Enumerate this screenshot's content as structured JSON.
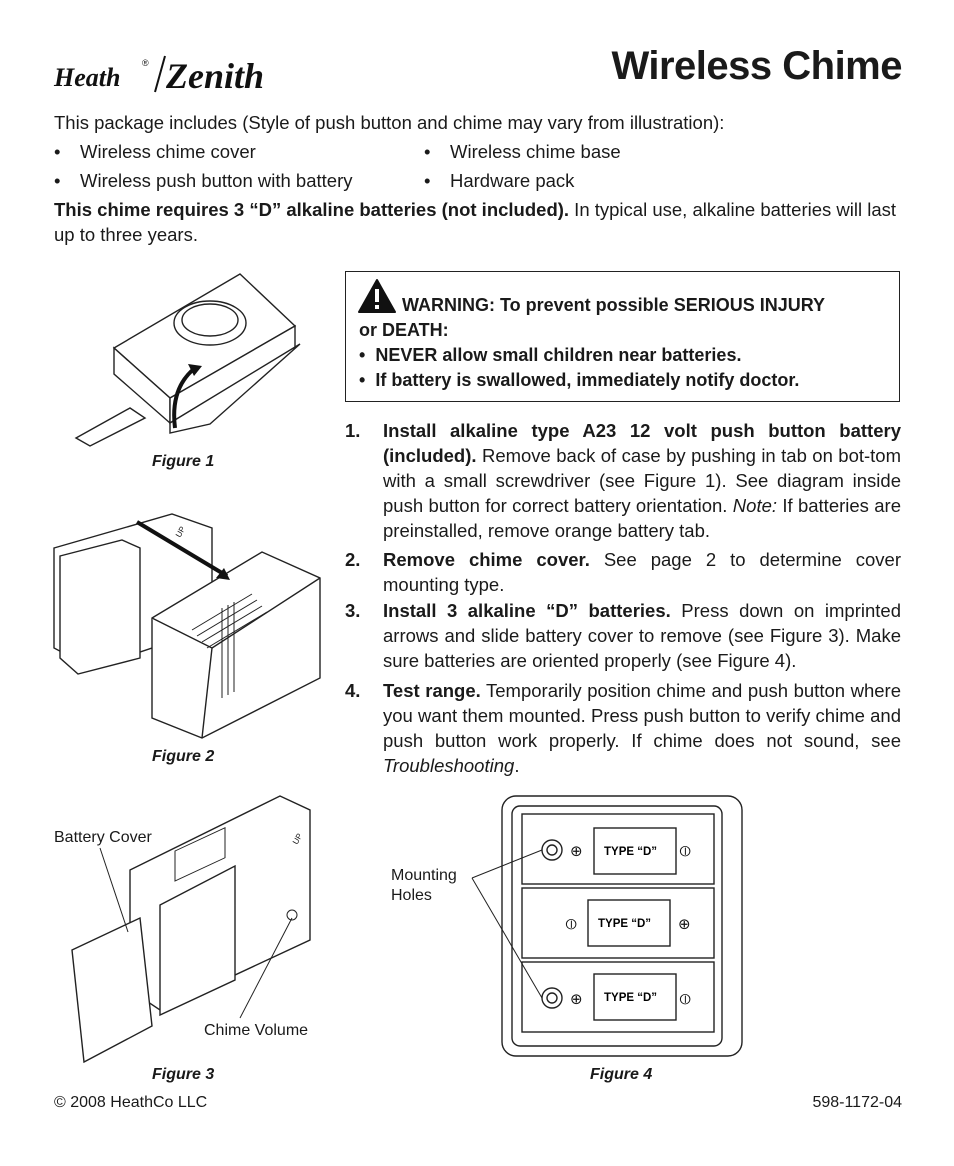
{
  "brand": {
    "heath": "Heath",
    "zenith": "Zenith",
    "registered": "®"
  },
  "title": "Wireless Chime",
  "intro": "This package includes (Style of push button and chime may vary from illustration):",
  "package_items": [
    "Wireless chime cover",
    "Wireless push button with battery",
    "Wireless chime base",
    "Hardware pack"
  ],
  "bullet_char": "•",
  "battery_note": {
    "bold": "This chime requires 3 “D” alkaline batteries (not included).",
    "rest": " In typical use, alkaline batteries will last up to three years."
  },
  "warning": {
    "heading": "WARNING: To prevent possible SERIOUS INJURY",
    "heading2": "or DEATH:",
    "items": [
      "NEVER allow small children near batteries.",
      "If battery is swallowed, immediately notify doctor."
    ]
  },
  "steps": [
    {
      "num": "1.",
      "bold": "Install alkaline type A23 12 volt push button battery (included).",
      "text": " Remove back of case by pushing in tab on bot-tom with a small screwdriver (see Figure 1). See diagram inside push button for correct battery orientation. ",
      "note_label": "Note:",
      "note": " If batteries are preinstalled, remove orange battery tab."
    },
    {
      "num": "2.",
      "bold": "Remove chime cover.",
      "text": " See page 2 to determine cover mounting type."
    },
    {
      "num": "3.",
      "bold": "Install 3 alkaline “D” batteries.",
      "text": " Press down on imprinted arrows and slide battery cover to remove (see Figure 3). Make sure batteries are oriented properly (see Figure 4)."
    },
    {
      "num": "4.",
      "bold": "Test range.",
      "text": " Temporarily position chime and push button where you want them mounted. Press push button to verify chime and push button work properly. If chime does not sound, see ",
      "italic": "Troubleshooting",
      "end": "."
    }
  ],
  "figures": {
    "fig1": "Figure 1",
    "fig2": "Figure 2",
    "fig3": "Figure 3",
    "fig4": "Figure 4",
    "battery_cover": "Battery Cover",
    "chime_volume": "Chime Volume",
    "mounting_holes": "Mounting Holes",
    "type_d": "TYPE “D”",
    "up": "UP"
  },
  "footer": {
    "copyright": "© 2008 HeathCo LLC",
    "part_number": "598-1172-04"
  }
}
